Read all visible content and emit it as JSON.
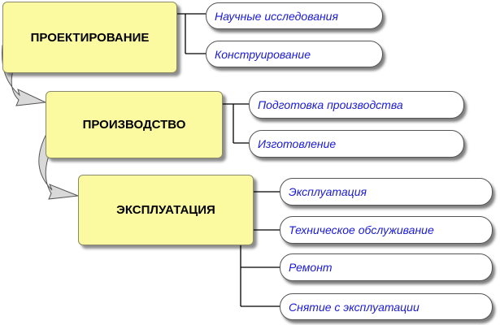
{
  "stages": [
    {
      "title": "ПРОЕКТИРОВАНИЕ",
      "items": [
        "Научные исследования",
        "Конструирование"
      ]
    },
    {
      "title": "ПРОИЗВОДСТВО",
      "items": [
        "Подготовка производства",
        "Изготовление"
      ]
    },
    {
      "title": "ЭКСПЛУАТАЦИЯ",
      "items": [
        "Эксплуатация",
        "Техническое обслуживание",
        "Ремонт",
        "Снятие с эксплуатации"
      ]
    }
  ],
  "colors": {
    "stage_fill": "#fcfaa0",
    "item_text": "#1a1ad6",
    "arrow_fill": "#d9d9d9"
  }
}
